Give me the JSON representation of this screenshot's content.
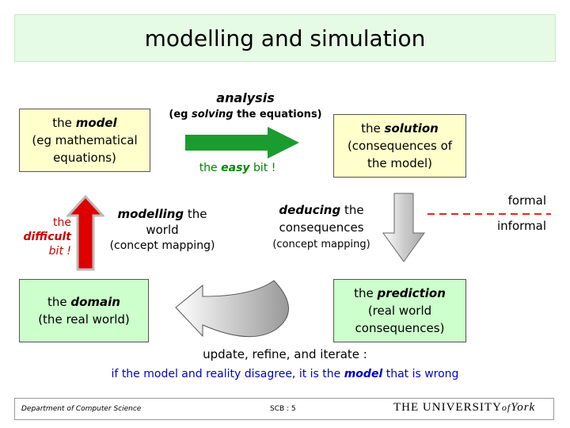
{
  "slide": {
    "title": "modelling and simulation",
    "model_box": {
      "prefix": "the ",
      "keyword": "model",
      "line2": "(eg mathematical",
      "line3": "equations)"
    },
    "solution_box": {
      "prefix": "the ",
      "keyword": "solution",
      "line2": "(consequences of",
      "line3": "the model)"
    },
    "domain_box": {
      "prefix": "the ",
      "keyword": "domain",
      "line2": "(the real world)"
    },
    "prediction_box": {
      "prefix": "the ",
      "keyword": "prediction",
      "line2": "(real world",
      "line3": "consequences)"
    },
    "analysis": {
      "word": "analysis",
      "sub_open": "(eg ",
      "sub_solving": "solving",
      "sub_rest": " the equations)"
    },
    "easy": {
      "the": "the ",
      "word": "easy",
      "bit": " bit !"
    },
    "modelling": {
      "word": "modelling",
      "rest": " the",
      "line2": "world",
      "line3": "(concept mapping)"
    },
    "deducing": {
      "word": "deducing",
      "rest": " the",
      "line2": "consequences",
      "line3": "(concept mapping)"
    },
    "difficult": {
      "the": "the",
      "word": "difficult",
      "bit": "bit !"
    },
    "formal": "formal",
    "informal": "informal",
    "update_line": "update, refine, and iterate :",
    "reality_line": {
      "before": "if the model and reality disagree, it is the ",
      "keyword": "model",
      "after": " that is wrong"
    },
    "footer": {
      "department": "Department of Computer Science",
      "page": "SCB : 5",
      "university_prefix": "THE UNIVERSITY",
      "university_of": "of",
      "university_york": "York"
    },
    "colors": {
      "title_bg": "#e6fbe6",
      "yellow_box": "#ffffcc",
      "green_box": "#ccffcc",
      "green_arrow": "#1a9c2e",
      "red_arrow": "#dd0000",
      "red_text": "#cc0000",
      "blue_text": "#0000cc",
      "green_text": "#008800"
    }
  }
}
